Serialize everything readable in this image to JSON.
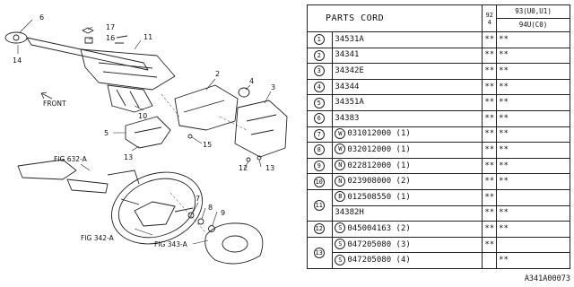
{
  "diagram": {
    "callouts": [
      "6",
      "17",
      "16",
      "14",
      "11",
      "10",
      "2",
      "4",
      "3",
      "5",
      "15",
      "12",
      "13",
      "8",
      "9",
      "7",
      "13"
    ],
    "front_label": "FRONT",
    "fig_refs": [
      "FIG 632-A",
      "FIG 342-A",
      "FIG 343-A"
    ]
  },
  "table": {
    "header_title": "PARTS CORD",
    "year_col": "92\n4",
    "col1_header": "93(U0,U1)",
    "col2_header": "94U(C0)",
    "rows": [
      {
        "num": "1",
        "prefix": "",
        "code": "34531A",
        "c1": "**",
        "c2": "**"
      },
      {
        "num": "2",
        "prefix": "",
        "code": "34341",
        "c1": "**",
        "c2": "**"
      },
      {
        "num": "3",
        "prefix": "",
        "code": "34342E",
        "c1": "**",
        "c2": "**"
      },
      {
        "num": "4",
        "prefix": "",
        "code": "34344",
        "c1": "**",
        "c2": "**"
      },
      {
        "num": "5",
        "prefix": "",
        "code": "34351A",
        "c1": "**",
        "c2": "**"
      },
      {
        "num": "6",
        "prefix": "",
        "code": "34383",
        "c1": "**",
        "c2": "**"
      },
      {
        "num": "7",
        "prefix": "W",
        "code": "031012000 (1)",
        "c1": "**",
        "c2": "**"
      },
      {
        "num": "8",
        "prefix": "W",
        "code": "032012000 (1)",
        "c1": "**",
        "c2": "**"
      },
      {
        "num": "9",
        "prefix": "N",
        "code": "022812000 (1)",
        "c1": "**",
        "c2": "**"
      },
      {
        "num": "10",
        "prefix": "N",
        "code": "023908000 (2)",
        "c1": "**",
        "c2": "**"
      },
      {
        "num": "11",
        "prefix": "B",
        "code": "012508550 (1)",
        "c1": "**",
        "c2": ""
      },
      {
        "num": "",
        "prefix": "",
        "code": "34382H",
        "c1": "**",
        "c2": "**"
      },
      {
        "num": "12",
        "prefix": "S",
        "code": "045004163 (2)",
        "c1": "**",
        "c2": "**"
      },
      {
        "num": "13",
        "prefix": "S",
        "code": "047205080 (3)",
        "c1": "**",
        "c2": ""
      },
      {
        "num": "",
        "prefix": "S",
        "code": "047205080 (4)",
        "c1": "",
        "c2": "**"
      }
    ]
  },
  "catalog_id": "A341A00073"
}
